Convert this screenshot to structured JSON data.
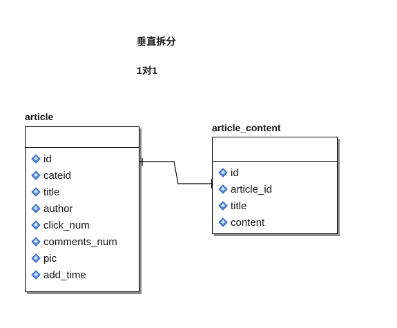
{
  "header": {
    "title": "垂直拆分",
    "relation_note": "1对1"
  },
  "entities": [
    {
      "name": "article",
      "fields": [
        "id",
        "cateid",
        "title",
        "author",
        "click_num",
        "comments_num",
        "pic",
        "add_time"
      ]
    },
    {
      "name": "article_content",
      "fields": [
        "id",
        "article_id",
        "title",
        "content"
      ]
    }
  ],
  "icons": {
    "field_icon": "diamond-icon"
  },
  "colors": {
    "field_icon_fill": "#5a8fe0",
    "field_icon_highlight": "#cfe3ff",
    "line": "#000000"
  }
}
